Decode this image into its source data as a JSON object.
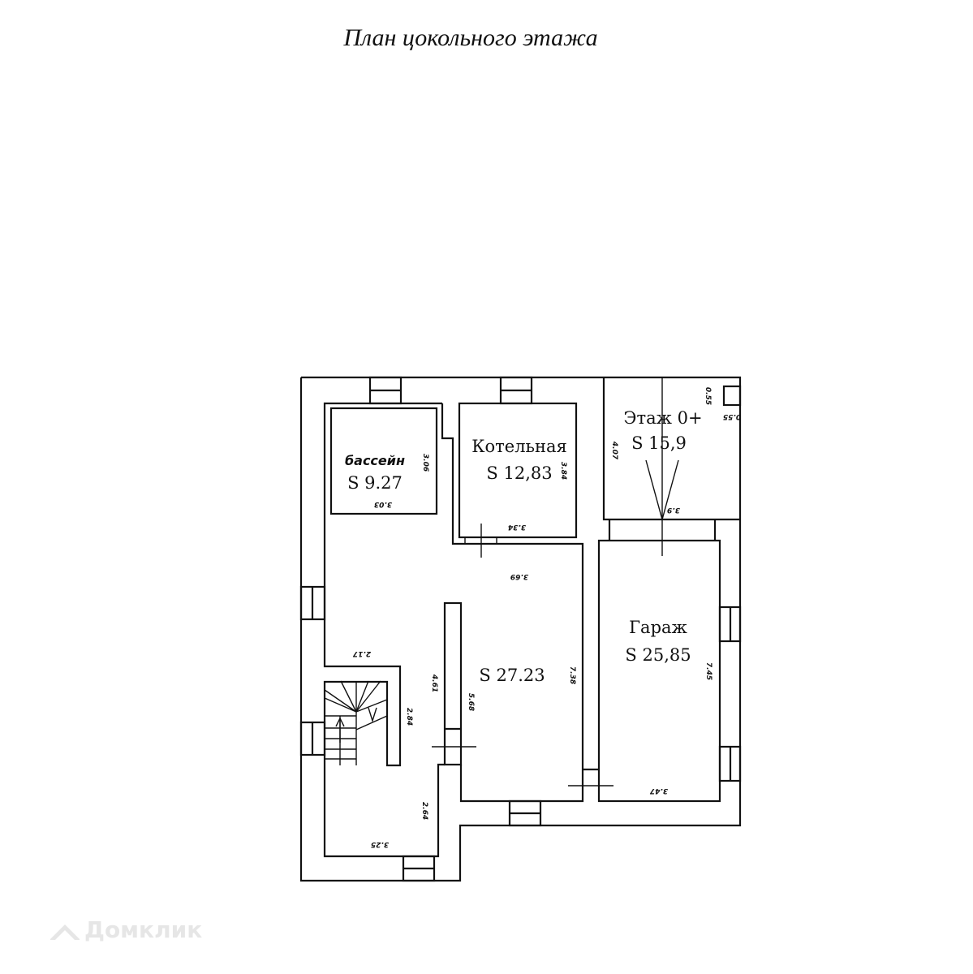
{
  "title": "План цокольного этажа",
  "rooms": [
    {
      "name": "бассейн",
      "area": "S 9.27"
    },
    {
      "name": "Котельная",
      "area": "S 12,83"
    },
    {
      "name": "Этаж 0+",
      "area": "S 15,9"
    },
    {
      "name": "Гараж",
      "area": "S 25,85"
    },
    {
      "name": "",
      "area": "S 27.23"
    }
  ],
  "dimensions": [
    "3.06",
    "3.03",
    "3.84",
    "3.34",
    "4.07",
    "3.9",
    "0.55",
    "0.55",
    "3.69",
    "7.38",
    "7.45",
    "3.47",
    "2.17",
    "4.61",
    "5.68",
    "2.84",
    "2.64",
    "3.25"
  ],
  "watermark": "Домклик"
}
